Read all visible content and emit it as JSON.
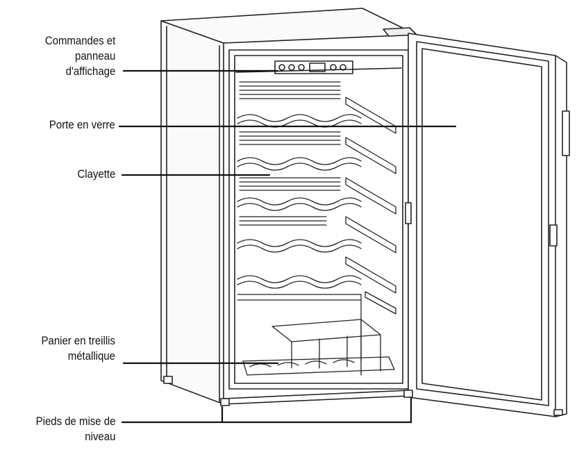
{
  "diagram": {
    "labels": {
      "controls": "Commandes et\npanneau\nd'affichage",
      "glass_door": "Porte en verre",
      "shelf": "Clayette",
      "wire_basket": "Panier en treillis\nmétallique",
      "leveling_feet": "Pieds de mise de\nniveau"
    }
  }
}
